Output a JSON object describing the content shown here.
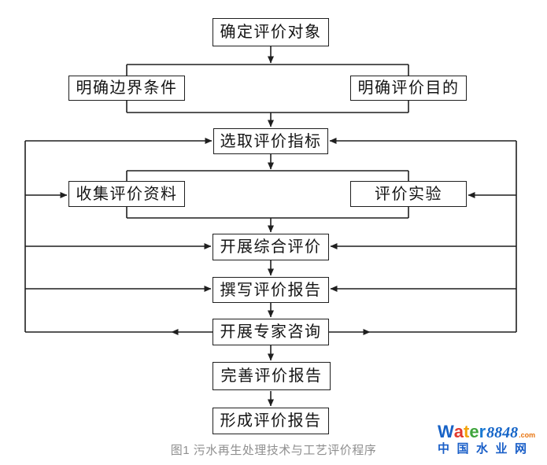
{
  "flowchart": {
    "nodes": [
      {
        "id": "determine-evaluation-object",
        "label": "确定评价对象"
      },
      {
        "id": "clarify-boundary-conditions",
        "label": "明确边界条件"
      },
      {
        "id": "clarify-evaluation-purpose",
        "label": "明确评价目的"
      },
      {
        "id": "select-evaluation-indicators",
        "label": "选取评价指标"
      },
      {
        "id": "collect-evaluation-materials",
        "label": "收集评价资料"
      },
      {
        "id": "evaluation-experiment",
        "label": "评价实验"
      },
      {
        "id": "conduct-comprehensive-evaluation",
        "label": "开展综合评价"
      },
      {
        "id": "write-evaluation-report",
        "label": "撰写评价报告"
      },
      {
        "id": "conduct-expert-consultation",
        "label": "开展专家咨询"
      },
      {
        "id": "improve-evaluation-report",
        "label": "完善评价报告"
      },
      {
        "id": "form-evaluation-report",
        "label": "形成评价报告"
      }
    ],
    "caption": "图1 污水再生处理技术与工艺评价程序",
    "line_color": "#1f1f1f",
    "box_border_color": "#1f1f1f",
    "box_fill_color": "#ffffff",
    "text_color": "#141414",
    "caption_color": "#8f8f8f"
  },
  "watermark": {
    "letters": [
      {
        "char": "W",
        "color": "#1762c6"
      },
      {
        "char": "a",
        "color": "#e23a2e"
      },
      {
        "char": "t",
        "color": "#f2a30b"
      },
      {
        "char": "e",
        "color": "#3fa53c"
      },
      {
        "char": "r",
        "color": "#1a7ad4"
      }
    ],
    "number": "8848",
    "number_color": "#1565c8",
    "tld": ".com",
    "tld_color": "#e8740f",
    "site_name_cn": "中国水业网",
    "site_name_color": "#1a5fc8"
  }
}
